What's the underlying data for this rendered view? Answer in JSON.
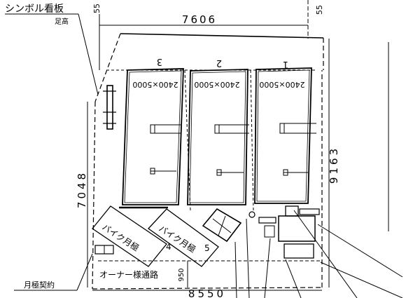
{
  "labels": {
    "signboard": "シンボル看板",
    "foot_height": "足高",
    "monthly_contract": "月極契約",
    "owner_path": "オーナー様通路"
  },
  "dimensions": {
    "top_width": "7606",
    "bottom_width": "8550",
    "left_height": "7048",
    "right_height": "9163",
    "path_width": "950",
    "top_left_offset": "55",
    "top_right_offset": "55"
  },
  "spaces": [
    {
      "number": "3",
      "size": "2400×5000"
    },
    {
      "number": "2",
      "size": "2400×5000"
    },
    {
      "number": "1",
      "size": "2400×5000"
    }
  ],
  "bike_spaces": [
    {
      "label": "バイク月極",
      "number": "4"
    },
    {
      "label": "バイク月極",
      "number": "5"
    }
  ],
  "colors": {
    "ink": "#000000",
    "background": "#ffffff"
  }
}
